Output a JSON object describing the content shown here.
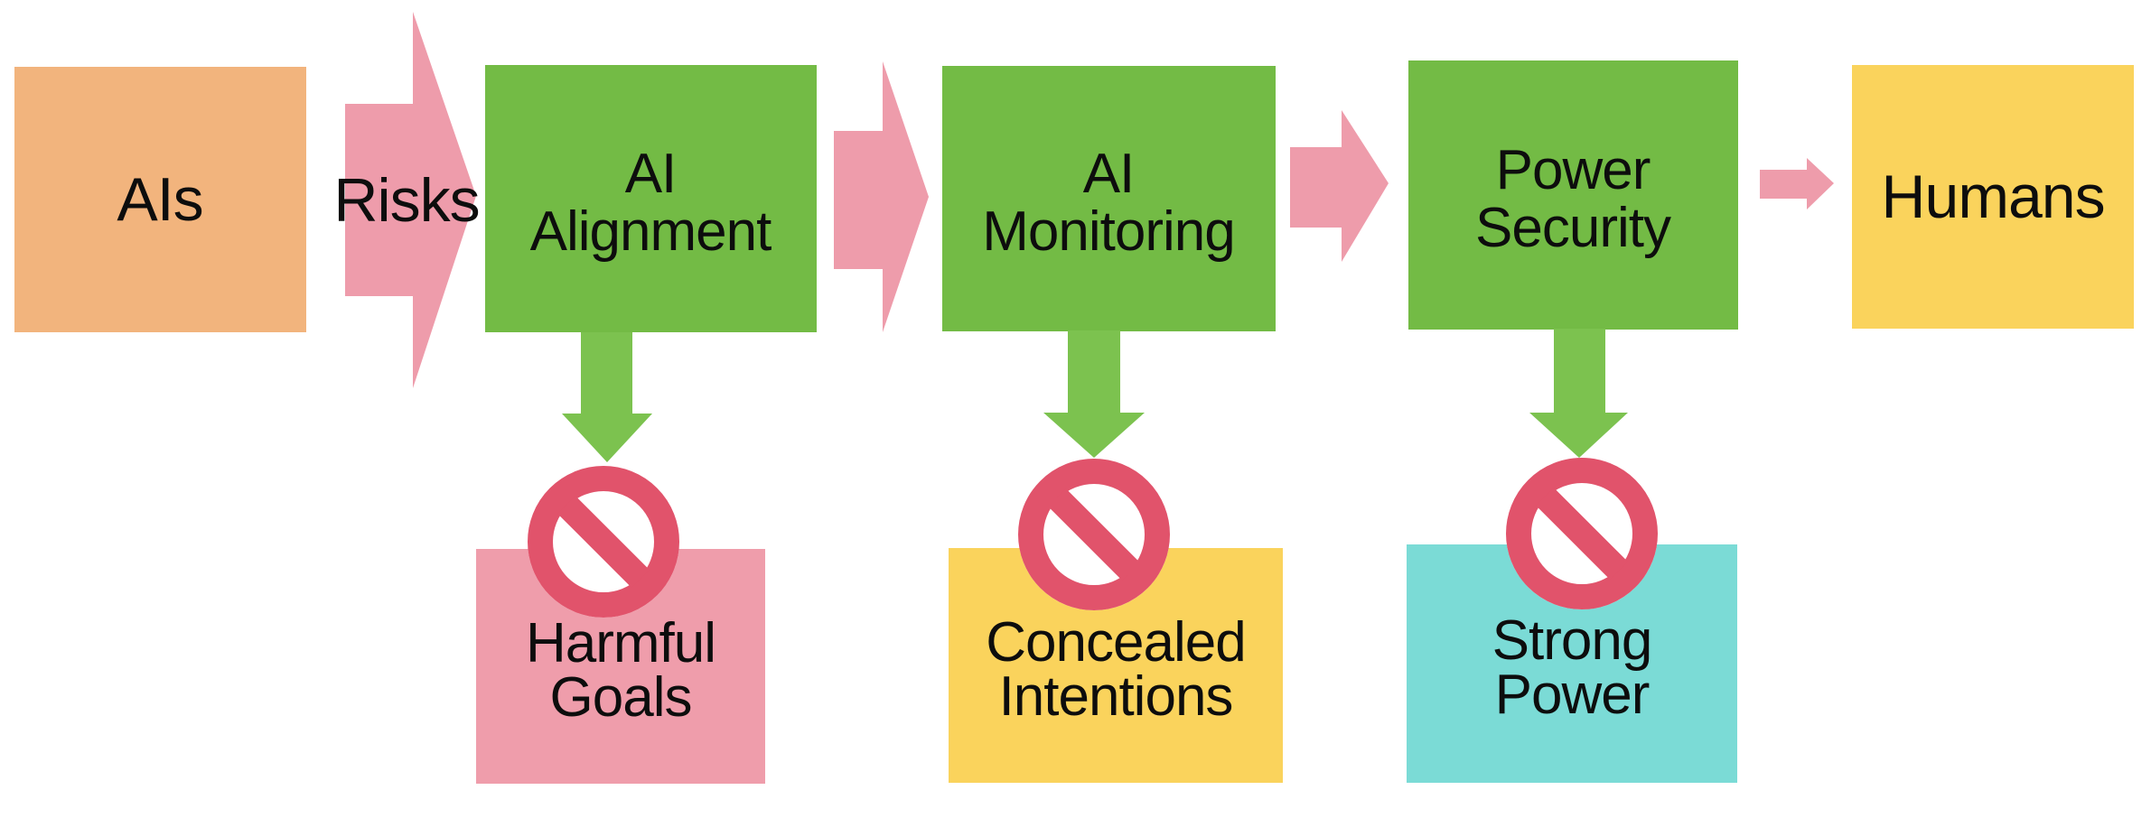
{
  "colors": {
    "background": "#ffffff",
    "box_orange": "#f2b47d",
    "box_green": "#73bb45",
    "box_yellow": "#fad35c",
    "box_pink": "#ef9dab",
    "box_cyan": "#7bdbd6",
    "arrow_pink": "#ee9cab",
    "arrow_green": "#7cc24f",
    "sign_red": "#e1536b",
    "sign_inner": "#ffffff",
    "text": "#0d0d0d"
  },
  "icons": {
    "no_entry": "🚫",
    "right_arrow": "→",
    "down_arrow": "↓"
  },
  "nodes": {
    "ais": {
      "label": "AIs"
    },
    "risks_arrow": {
      "label": "Risks"
    },
    "ai_alignment": {
      "line1": "AI",
      "line2": "Alignment"
    },
    "ai_monitoring": {
      "line1": "AI",
      "line2": "Monitoring"
    },
    "power_security": {
      "line1": "Power",
      "line2": "Security"
    },
    "humans": {
      "label": "Humans"
    },
    "harmful_goals": {
      "line1": "Harmful",
      "line2": "Goals"
    },
    "concealed_intentions": {
      "line1": "Concealed",
      "line2": "Intentions"
    },
    "strong_power": {
      "line1": "Strong",
      "line2": "Power"
    }
  }
}
